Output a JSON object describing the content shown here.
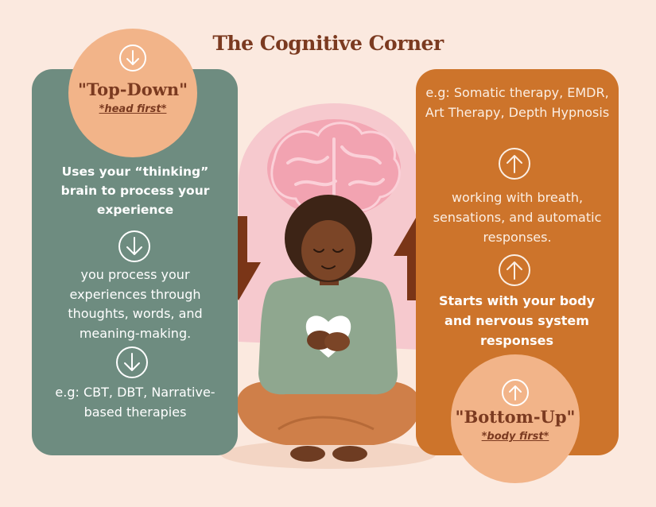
{
  "title": "The Cognitive Corner",
  "left": {
    "heading": "\"Top-Down\"",
    "subheading": "*head first*",
    "lead": "Uses your “thinking” brain to process your experience",
    "body": "you process your experiences through thoughts, words, and meaning-making.",
    "examples": "e.g: CBT, DBT, Narrative-based therapies"
  },
  "right": {
    "examples": "e.g: Somatic therapy, EMDR, Art Therapy, Depth Hypnosis",
    "body": "working with breath, sensations, and automatic responses.",
    "lead": "Starts with your body and nervous system responses",
    "heading": "\"Bottom-Up\"",
    "subheading": "*body first*"
  },
  "colors": {
    "background": "#fbe9df",
    "left_panel": "#6e8c80",
    "right_panel": "#cd742b",
    "circle": "#f2b489",
    "accent_dark": "#7b3a20"
  },
  "icons": [
    "arrow-down-circle-icon",
    "arrow-up-circle-icon",
    "brain-icon",
    "heart-icon"
  ]
}
